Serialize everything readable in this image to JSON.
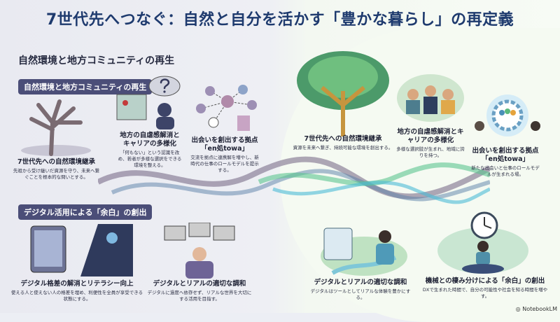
{
  "title": "7世代先へつなぐ：自然と自分を活かす「豊かな暮らし」の再定義",
  "subtitle": "自然環境と地方コミュニティの再生",
  "sections": {
    "nature": {
      "label": "自然環境と地方コミュニティの再生"
    },
    "digital": {
      "label": "デジタル活用による「余白」の創出"
    }
  },
  "before": [
    {
      "title": "7世代先への自然環境継承",
      "desc": "先祖から受け継いだ資源を守り、未来へ繋ぐことを根本的な問いとする。"
    },
    {
      "title": "地方の自虐感解消とキャリアの多様化",
      "desc": "「何もない」という認識を改め、若者が多様な選択をできる環境を整える。"
    },
    {
      "title": "出会いを創出する拠点「en処towa」",
      "desc": "交流を拠点に連携解を増やし、新時代の仕事のロールモデルを提示する。"
    },
    {
      "title": "デジタル格差の解消とリテラシー向上",
      "desc": "使える人と使えない人の格差を埋め、利便性を全員が享受できる状態にする。"
    },
    {
      "title": "デジタルとリアルの適切な調和",
      "desc": "デジタルに過度へ依存せず、リアルな世界を大切にする活用を目指す。"
    }
  ],
  "after": [
    {
      "title": "7世代先への自然環境継承",
      "desc": "資源を未来へ繋ぎ、持続可能な環境を創出する。"
    },
    {
      "title": "地方の自虐感解消とキャリアの多様化",
      "desc": "多様な選択肢が生まれ、地域に誇りを持つ。"
    },
    {
      "title": "出会いを創出する拠点「en処towa」",
      "desc": "新たな出会いと仕事のロールモデルが生まれる場。"
    },
    {
      "title": "デジタルとリアルの適切な調和",
      "desc": "デジタルはツールとしてリアルな体験を豊かにする。"
    },
    {
      "title": "機械との棲み分けによる「余白」の創出",
      "desc": "DXで生まれた時間で、自分の可能性や社会を知る時間を増やす。"
    }
  ],
  "brand": "NotebookLM"
}
